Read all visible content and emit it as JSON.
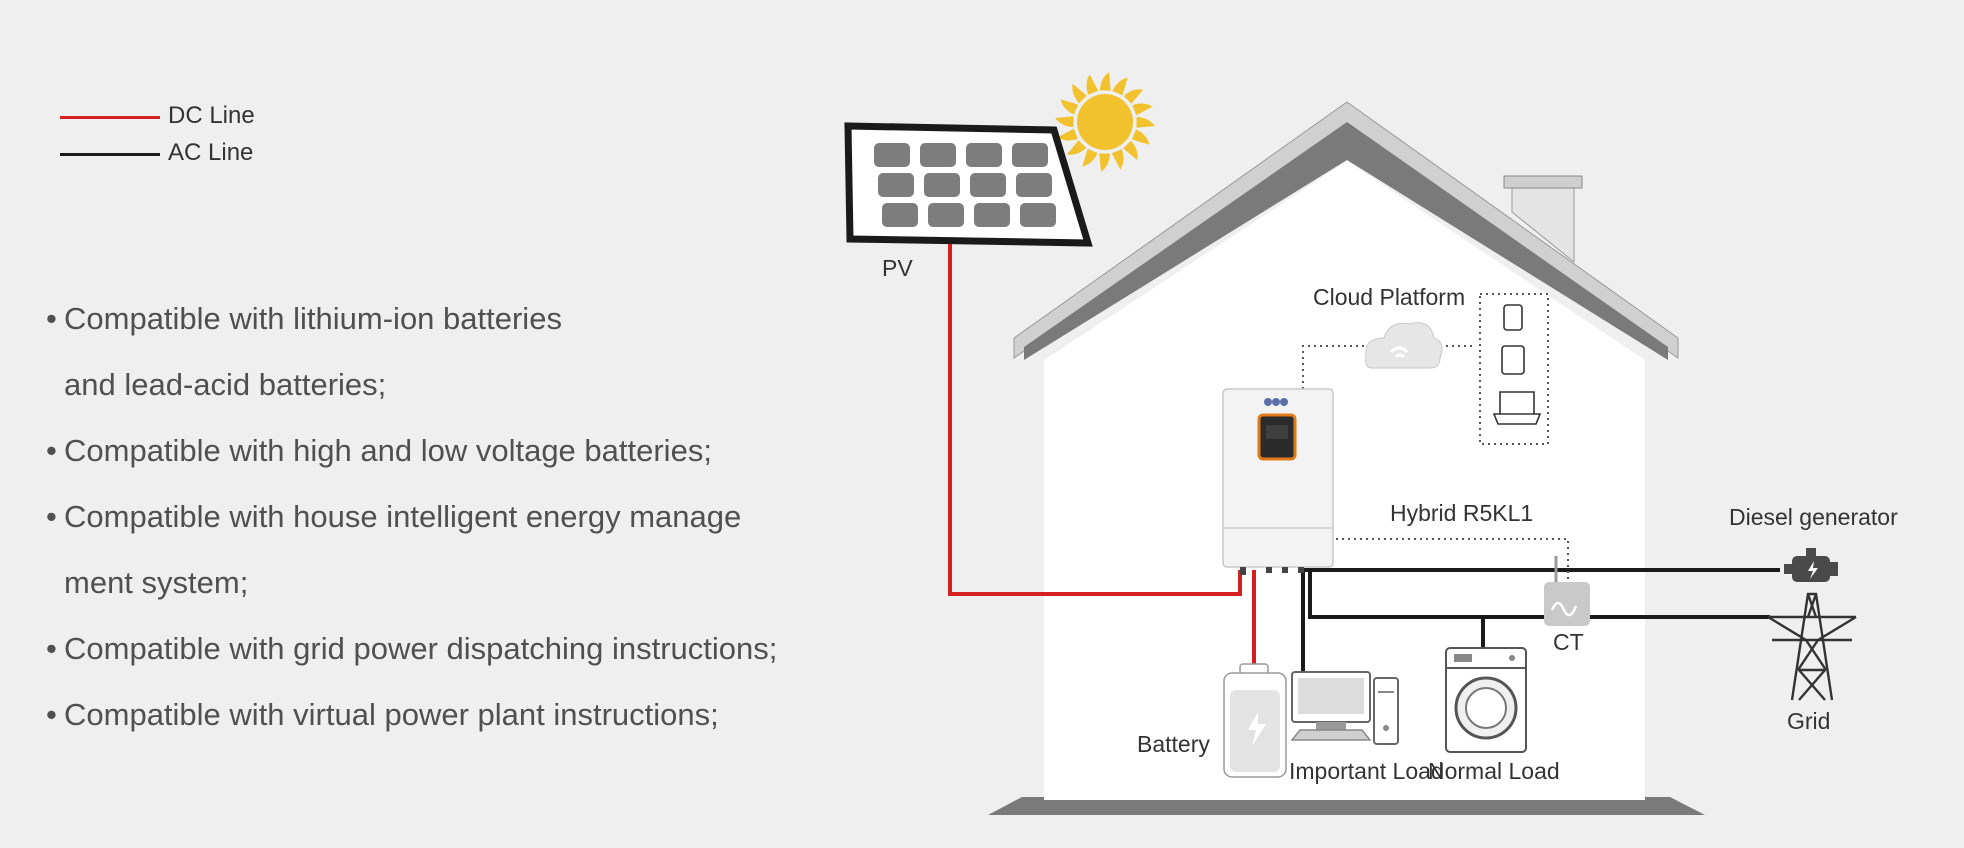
{
  "legend": {
    "items": [
      {
        "label": "DC Line",
        "color": "#d62020"
      },
      {
        "label": "AC Line",
        "color": "#1a1a1a"
      }
    ]
  },
  "features": {
    "bullet": "•",
    "items": [
      {
        "text": "Compatible with lithium-ion batteries",
        "bullet": true
      },
      {
        "text": "and lead-acid batteries;",
        "bullet": false
      },
      {
        "text": "Compatible with high and low voltage batteries;",
        "bullet": true
      },
      {
        "text": "Compatible with house intelligent energy manage",
        "bullet": true
      },
      {
        "text": "ment system;",
        "bullet": false
      },
      {
        "text": "Compatible with grid power dispatching instructions;",
        "bullet": true
      },
      {
        "text": "Compatible with virtual power plant instructions;",
        "bullet": true
      }
    ]
  },
  "diagram": {
    "pv_label": "PV",
    "cloud_label": "Cloud Platform",
    "inverter_label": "Hybrid R5KL1",
    "diesel_label": "Diesel generator",
    "ct_label": "CT",
    "grid_label": "Grid",
    "battery_label": "Battery",
    "important_load_label": "Important Load",
    "normal_load_label": "Normal Load",
    "colors": {
      "dc_line": "#d62020",
      "ac_line": "#1a1a1a",
      "sun": "#f2c12e",
      "roof": "#7a7a7a",
      "wall": "#ffffff",
      "inverter_screen_border": "#e07a1a"
    }
  }
}
